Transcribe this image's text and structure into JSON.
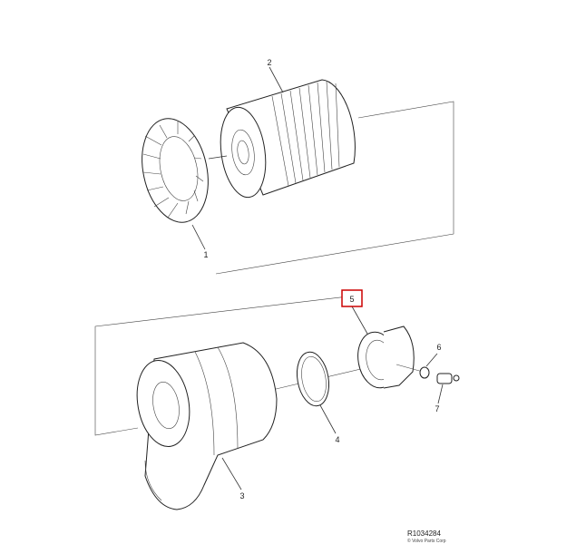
{
  "callouts": {
    "c1": "1",
    "c2": "2",
    "c3": "3",
    "c4": "4",
    "c5": "5",
    "c6": "6",
    "c7": "7"
  },
  "highlight_color": "#cc0000",
  "reference": "R1034284",
  "copyright": "© Volvo Parts Corp"
}
